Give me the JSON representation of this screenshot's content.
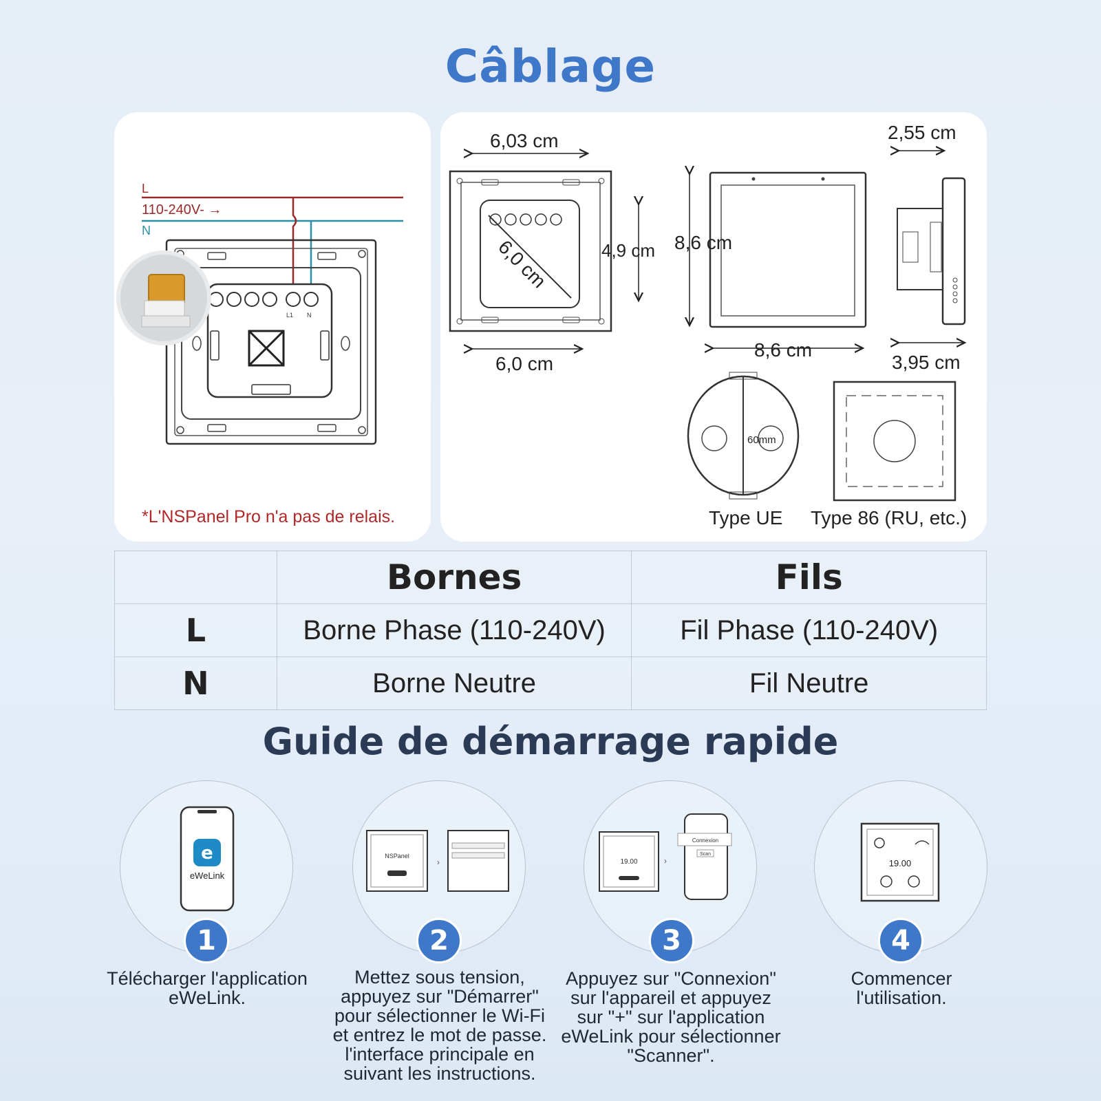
{
  "title_cablage": "Câblage",
  "wiring": {
    "line_label": "L",
    "voltage_label": "110-240V- →",
    "neutral_label": "N",
    "terminal_l_label": "L1",
    "terminal_n_label": "N",
    "note": "*L'NSPanel Pro n'a pas de relais.",
    "colors": {
      "line": "#9a2a2a",
      "neutral": "#2a8fa5",
      "note": "#b02828"
    }
  },
  "dimensions": {
    "top_width": "6,03 cm",
    "diagonal": "6,0 cm",
    "inner_height": "4,9 cm",
    "bottom_width": "6,0 cm",
    "front_height": "8,6 cm",
    "front_width": "8,6 cm",
    "side_depth_top": "2,55 cm",
    "side_depth_bottom": "3,95 cm",
    "box_round_size": "60mm",
    "box_round_type": "Type UE",
    "box_square_type": "Type 86 (RU, etc.)"
  },
  "table": {
    "headers": [
      "",
      "Bornes",
      "Fils"
    ],
    "rows": [
      {
        "key": "L",
        "borne": "Borne Phase (110-240V)",
        "fil": "Fil Phase (110-240V)"
      },
      {
        "key": "N",
        "borne": "Borne Neutre",
        "fil": "Fil Neutre"
      }
    ]
  },
  "title_guide": "Guide de démarrage rapide",
  "steps": [
    {
      "number": "1",
      "text": "Télécharger l'application eWeLink.",
      "app_label": "eWeLink",
      "app_icon": "ewelink-app-icon"
    },
    {
      "number": "2",
      "text": "Mettez sous tension, appuyez sur \"Démarrer\" pour sélectionner le Wi-Fi et entrez le mot de passe. l'interface principale en suivant les instructions.",
      "screen_label": "NSPanel"
    },
    {
      "number": "3",
      "text": "Appuyez sur \"Connexion\" sur l'appareil et appuyez sur \"+\" sur l'application eWeLink pour sélectionner \"Scanner\".",
      "screen_time": "19.00",
      "phone_label": "Connexion",
      "phone_button": "Scan"
    },
    {
      "number": "4",
      "text": "Commencer l'utilisation.",
      "screen_time": "19.00"
    }
  ],
  "accent_color": "#3f78c8"
}
